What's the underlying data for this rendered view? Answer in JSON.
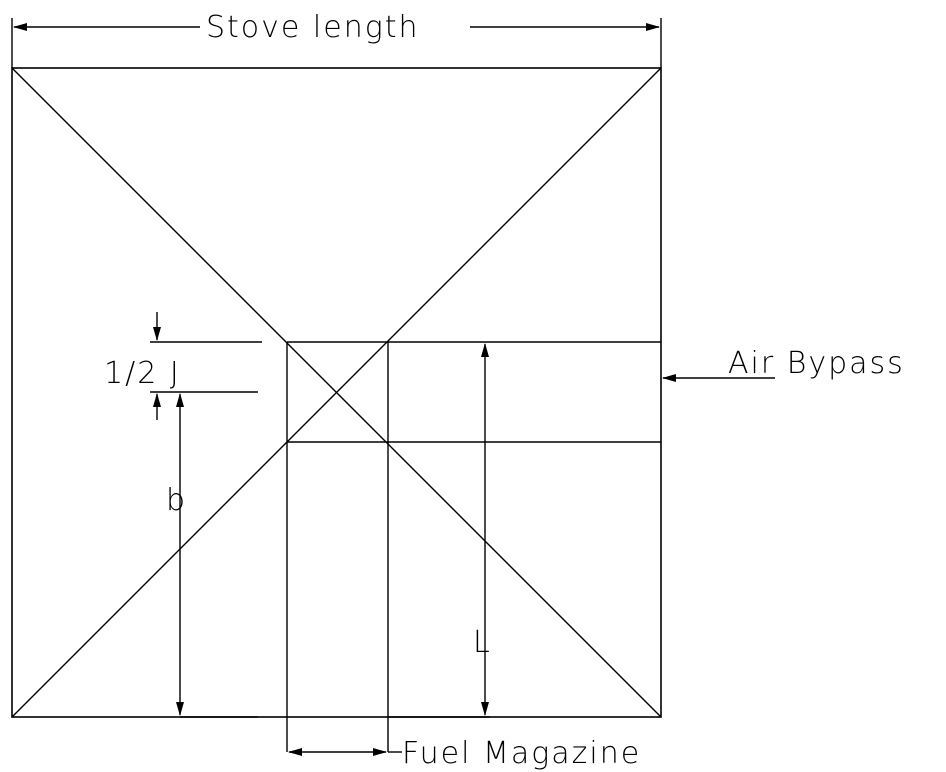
{
  "labels": {
    "stove_length": "Stove length",
    "air_bypass": "Air Bypass",
    "half_j": "1/2 J",
    "b": "b",
    "l": "L",
    "fuel_magazine": "Fuel Magazine"
  },
  "colors": {
    "stroke": "#000000",
    "background": "#ffffff"
  }
}
